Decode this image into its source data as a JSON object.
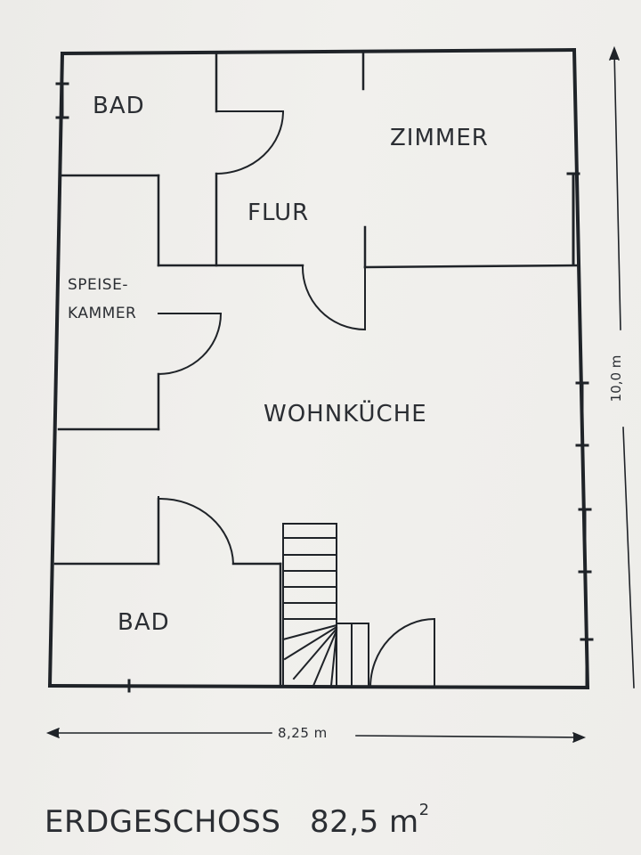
{
  "rooms": {
    "bad_top": "BAD",
    "zimmer": "ZIMMER",
    "flur": "FLUR",
    "speisekammer_line1": "SPEISE-",
    "speisekammer_line2": "KAMMER",
    "wohnkueche": "WOHNKÜCHE",
    "bad_bottom": "BAD"
  },
  "dimensions": {
    "width": "8,25 m",
    "height": "10,0 m"
  },
  "footer": {
    "floor": "ERDGESCHOSS",
    "area_value": "82,5",
    "area_unit": "m",
    "area_exponent": "2"
  },
  "colors": {
    "ink": "#2b2e33",
    "wall": "#1f2328",
    "paper": "#efeeeb"
  }
}
